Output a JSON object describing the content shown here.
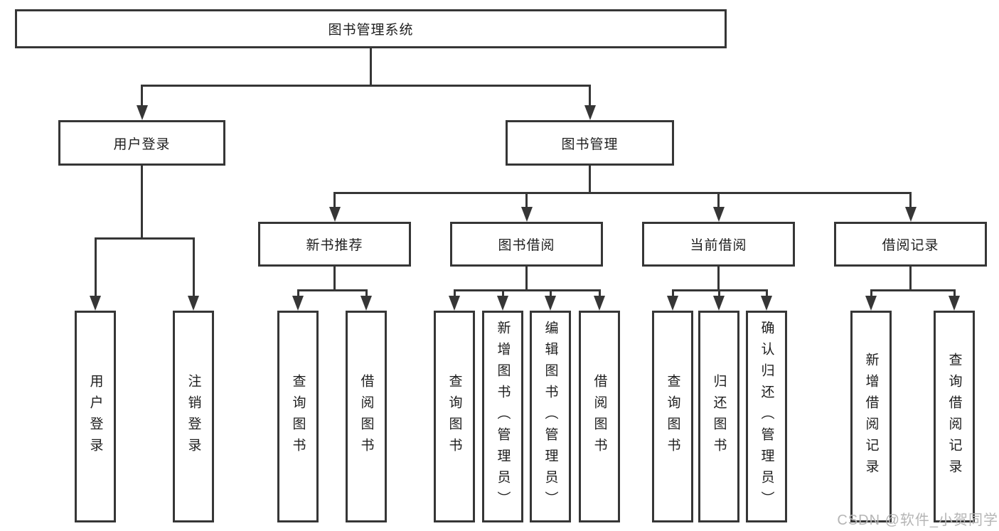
{
  "diagram": {
    "watermark": "CSDN @软件_小贺同学",
    "colors": {
      "background": "#ffffff",
      "line": "#363636",
      "text": "#1e1e1e",
      "watermark": "#b5b5b5"
    },
    "nodes": [
      {
        "id": "root",
        "label": "图书管理系统"
      },
      {
        "id": "user-login",
        "label": "用户登录"
      },
      {
        "id": "book-manage",
        "label": "图书管理"
      },
      {
        "id": "new-book-recommend",
        "label": "新书推荐"
      },
      {
        "id": "book-borrow",
        "label": "图书借阅"
      },
      {
        "id": "current-borrow",
        "label": "当前借阅"
      },
      {
        "id": "borrow-records",
        "label": "借阅记录"
      },
      {
        "id": "leaf-user-login",
        "label": "用户登录"
      },
      {
        "id": "leaf-logout",
        "label": "注销登录"
      },
      {
        "id": "leaf-nb-query-books",
        "label": "查询图书"
      },
      {
        "id": "leaf-nb-borrow-books",
        "label": "借阅图书"
      },
      {
        "id": "leaf-bb-query-books",
        "label": "查询图书"
      },
      {
        "id": "leaf-bb-add-books-admin",
        "label": "新增图书（管理员）"
      },
      {
        "id": "leaf-bb-edit-books-admin",
        "label": "编辑图书（管理员）"
      },
      {
        "id": "leaf-bb-borrow-books",
        "label": "借阅图书"
      },
      {
        "id": "leaf-cb-query-books",
        "label": "查询图书"
      },
      {
        "id": "leaf-cb-return-books",
        "label": "归还图书"
      },
      {
        "id": "leaf-cb-confirm-return-admin",
        "label": "确认归还（管理员）"
      },
      {
        "id": "leaf-br-add-record",
        "label": "新增借阅记录"
      },
      {
        "id": "leaf-br-query-record",
        "label": "查询借阅记录"
      }
    ],
    "edges": [
      {
        "parent": "root",
        "children": [
          "user-login",
          "book-manage"
        ]
      },
      {
        "parent": "user-login",
        "children": [
          "leaf-user-login",
          "leaf-logout"
        ]
      },
      {
        "parent": "book-manage",
        "children": [
          "new-book-recommend",
          "book-borrow",
          "current-borrow",
          "borrow-records"
        ]
      },
      {
        "parent": "new-book-recommend",
        "children": [
          "leaf-nb-query-books",
          "leaf-nb-borrow-books"
        ]
      },
      {
        "parent": "book-borrow",
        "children": [
          "leaf-bb-query-books",
          "leaf-bb-add-books-admin",
          "leaf-bb-edit-books-admin",
          "leaf-bb-borrow-books"
        ]
      },
      {
        "parent": "current-borrow",
        "children": [
          "leaf-cb-query-books",
          "leaf-cb-return-books",
          "leaf-cb-confirm-return-admin"
        ]
      },
      {
        "parent": "borrow-records",
        "children": [
          "leaf-br-add-record",
          "leaf-br-query-record"
        ]
      }
    ]
  }
}
